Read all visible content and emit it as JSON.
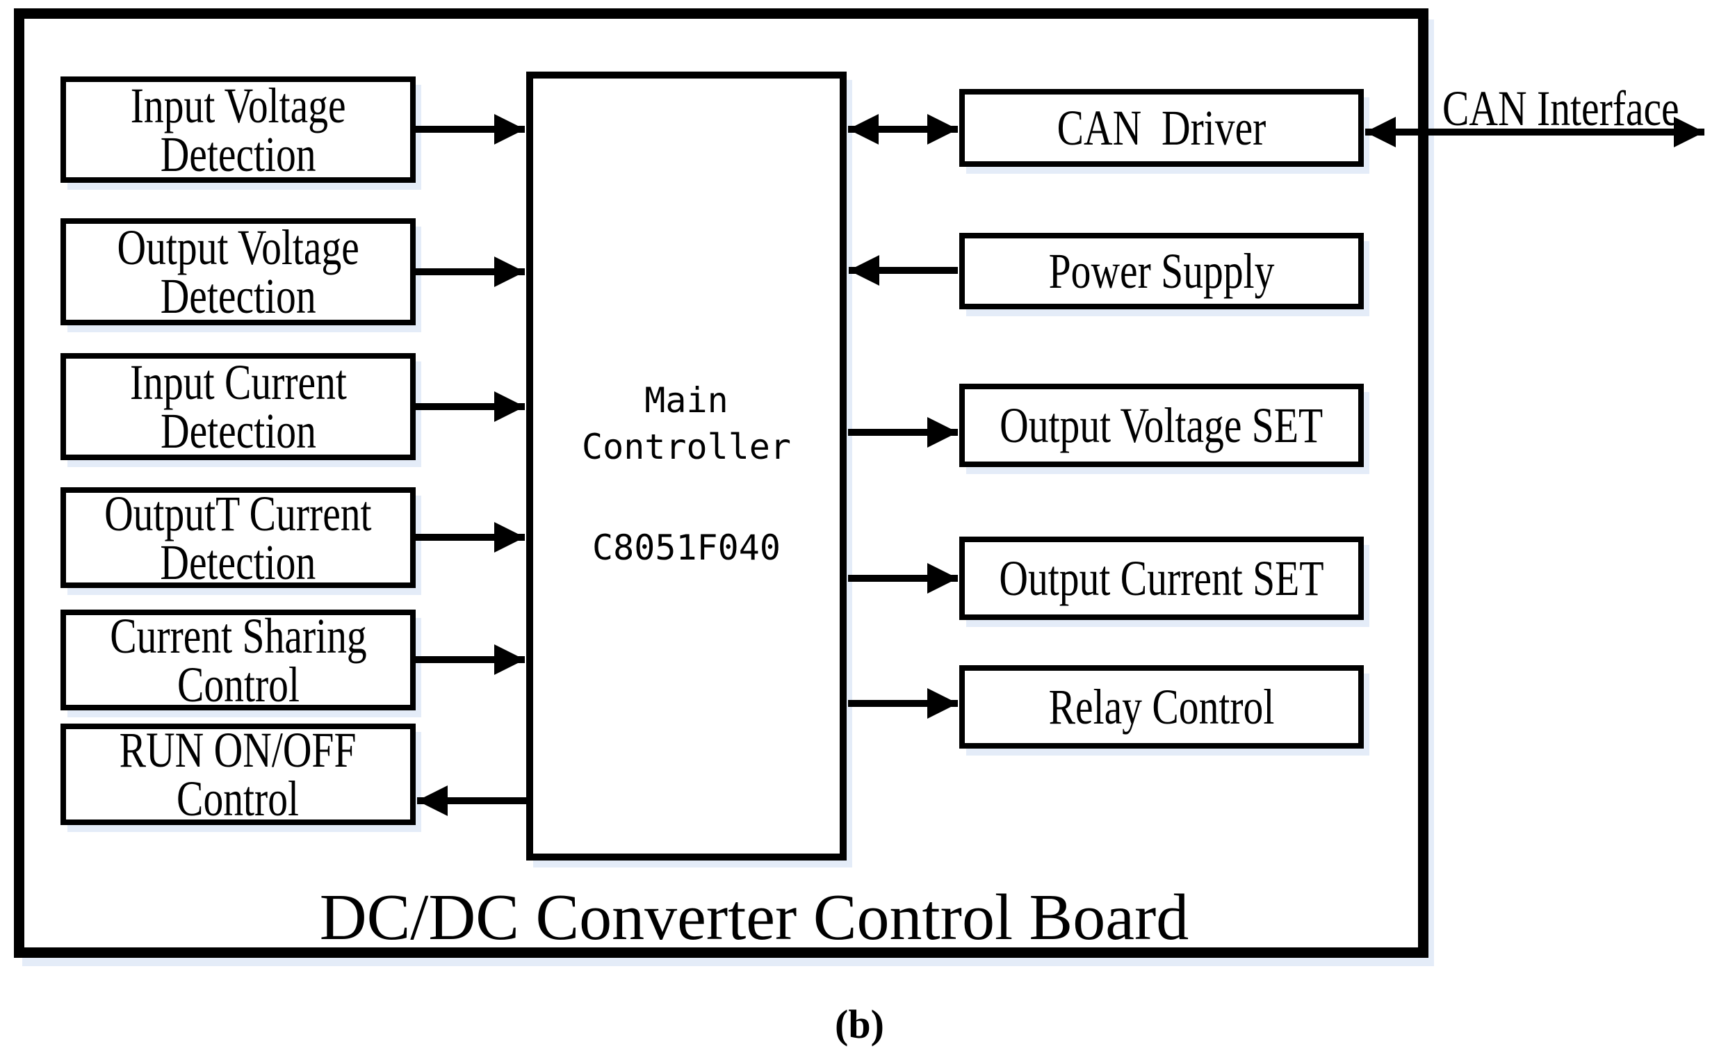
{
  "figure": {
    "board_title": "DC/DC Converter Control Board",
    "caption": "(b)",
    "can_interface_label": "CAN Interface",
    "controller": {
      "title_line1": "Main",
      "title_line2": "Controller",
      "chip": "C8051F040"
    },
    "left_blocks": [
      {
        "label": "Input Voltage\nDetection"
      },
      {
        "label": "Output Voltage\nDetection"
      },
      {
        "label": "Input Current\nDetection"
      },
      {
        "label": "OutputT Current\nDetection"
      },
      {
        "label": "Current Sharing\nControl"
      },
      {
        "label": "RUN ON/OFF\nControl"
      }
    ],
    "right_blocks": [
      {
        "label": "CAN  Driver"
      },
      {
        "label": "Power Supply"
      },
      {
        "label": "Output Voltage SET"
      },
      {
        "label": "Output Current SET"
      },
      {
        "label": "Relay Control"
      }
    ],
    "colors": {
      "line": "#000000",
      "background": "#ffffff",
      "halo": "#e4ecf8"
    },
    "connections": [
      {
        "from": "input-voltage-detection",
        "to": "main-controller",
        "direction": "right"
      },
      {
        "from": "output-voltage-detection",
        "to": "main-controller",
        "direction": "right"
      },
      {
        "from": "input-current-detection",
        "to": "main-controller",
        "direction": "right"
      },
      {
        "from": "outputt-current-detection",
        "to": "main-controller",
        "direction": "right"
      },
      {
        "from": "current-sharing-control",
        "to": "main-controller",
        "direction": "right"
      },
      {
        "from": "main-controller",
        "to": "run-on-off-control",
        "direction": "left"
      },
      {
        "from": "main-controller",
        "to": "can-driver",
        "direction": "both"
      },
      {
        "from": "power-supply",
        "to": "main-controller",
        "direction": "left"
      },
      {
        "from": "main-controller",
        "to": "output-voltage-set",
        "direction": "right"
      },
      {
        "from": "main-controller",
        "to": "output-current-set",
        "direction": "right"
      },
      {
        "from": "main-controller",
        "to": "relay-control",
        "direction": "right"
      },
      {
        "from": "can-driver",
        "to": "can-interface",
        "direction": "both"
      }
    ]
  }
}
